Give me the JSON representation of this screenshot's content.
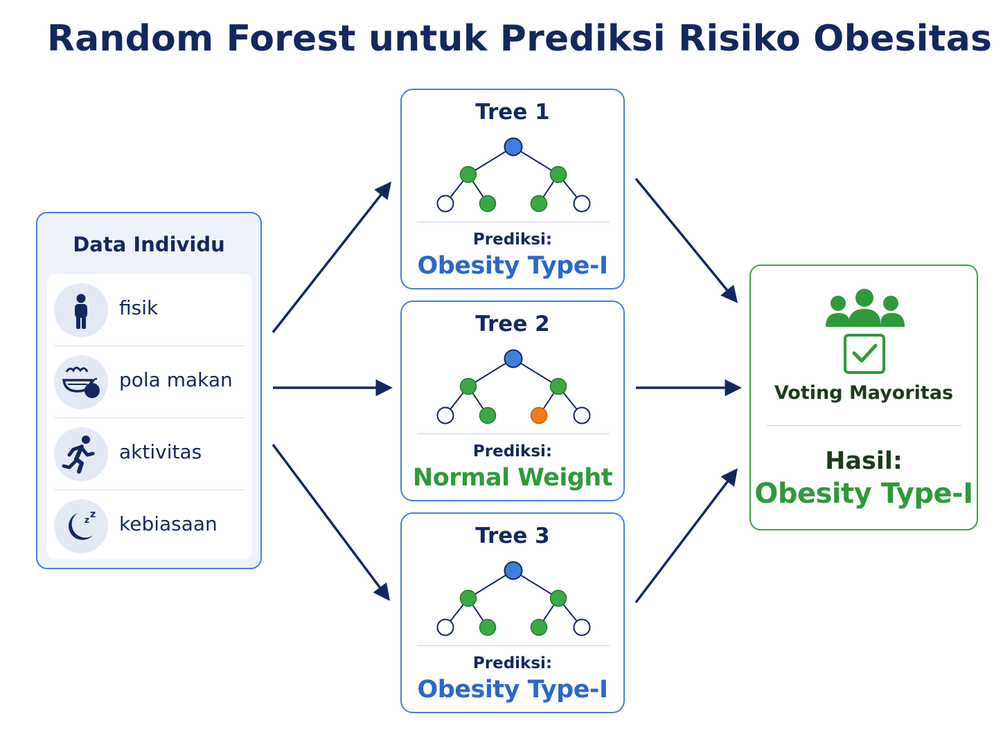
{
  "title": "Random Forest untuk Prediksi Risiko Obesitas",
  "data_panel": {
    "title": "Data Individu",
    "items": [
      {
        "label": "fisik",
        "icon": "person-icon"
      },
      {
        "label": "pola makan",
        "icon": "food-bowl-icon"
      },
      {
        "label": "aktivitas",
        "icon": "running-icon"
      },
      {
        "label": "kebiasaan",
        "icon": "moon-sleep-icon"
      }
    ]
  },
  "trees": [
    {
      "title": "Tree 1",
      "prediction_label": "Prediksi:",
      "prediction": "Obesity Type-I",
      "prediction_color": "#2b68c9"
    },
    {
      "title": "Tree 2",
      "prediction_label": "Prediksi:",
      "prediction": "Normal Weight",
      "prediction_color": "#2e9a3a"
    },
    {
      "title": "Tree 3",
      "prediction_label": "Prediksi:",
      "prediction": "Obesity Type-I",
      "prediction_color": "#2b68c9"
    }
  ],
  "result": {
    "voting_label": "Voting Mayoritas",
    "hasil_label": "Hasil:",
    "hasil_value": "Obesity Type-I"
  },
  "colors": {
    "navy": "#13285e",
    "blue_border": "#4a7ed6",
    "green": "#2e9a3a",
    "root_node": "#3f7fdc",
    "orange_node": "#f07a1a"
  }
}
